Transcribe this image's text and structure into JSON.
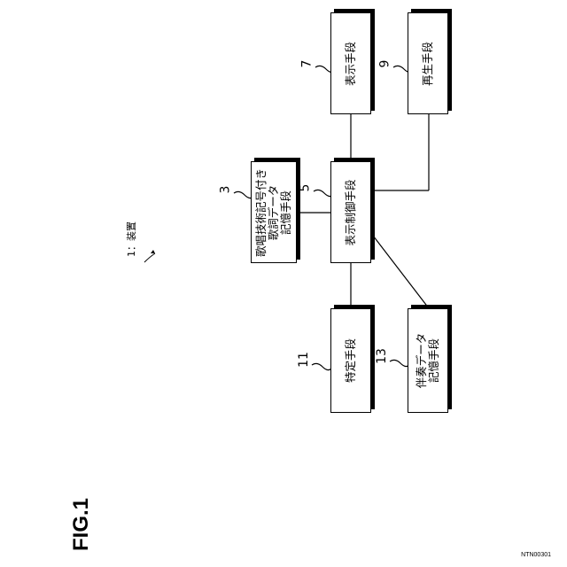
{
  "figure_label": "FIG.1",
  "device_label": "1：装置",
  "footer_code": "NTN00301",
  "blocks": {
    "display_control": {
      "num": "5",
      "lines": [
        "表示制御手段"
      ]
    },
    "storage": {
      "num": "3",
      "lines": [
        "歌唱技術記号付き",
        "歌詞データ",
        "記憶手段"
      ]
    },
    "display": {
      "num": "7",
      "lines": [
        "表示手段"
      ]
    },
    "playback": {
      "num": "9",
      "lines": [
        "再生手段"
      ]
    },
    "identify": {
      "num": "11",
      "lines": [
        "特定手段"
      ]
    },
    "accompaniment": {
      "num": "13",
      "lines": [
        "伴奏データ",
        "記憶手段"
      ]
    }
  }
}
